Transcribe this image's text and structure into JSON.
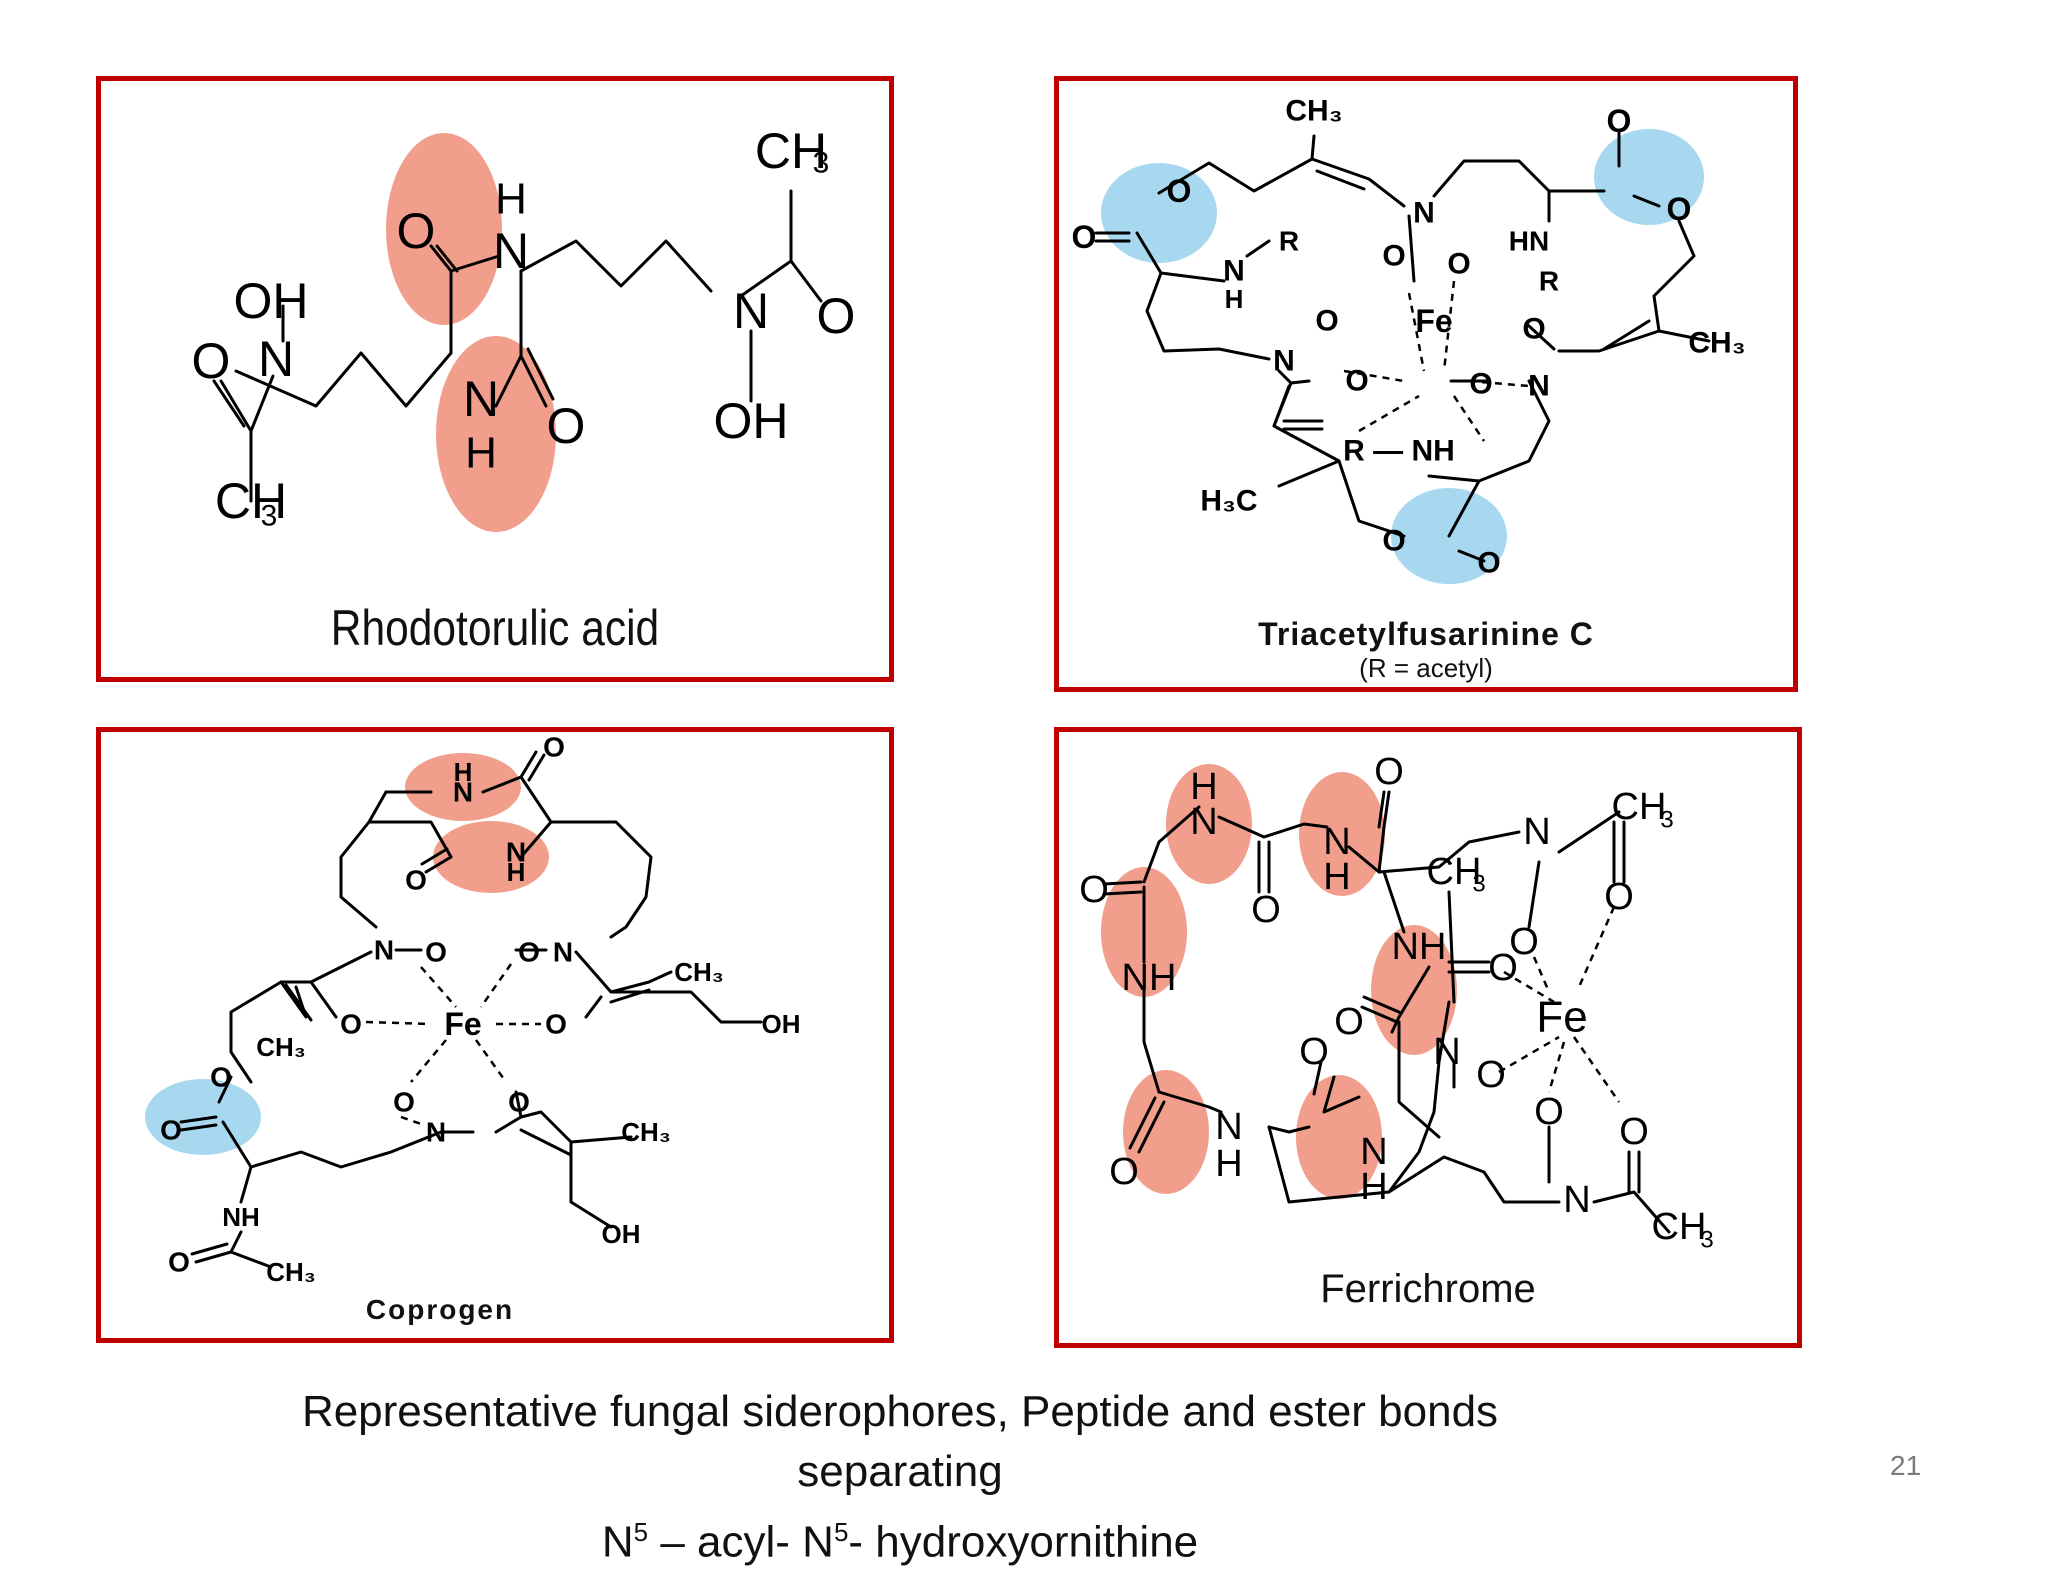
{
  "panels": {
    "rhodotorulic": {
      "name": "Rhodotorulic acid"
    },
    "triacetylfusarinine": {
      "name": "Triacetylfusarinine C",
      "note": "(R = acetyl)"
    },
    "coprogen": {
      "name": "Coprogen"
    },
    "ferrichrome": {
      "name": "Ferrichrome"
    }
  },
  "caption": {
    "line1": "Representative fungal siderophores, Peptide and ester bonds separating",
    "n_symbol": "N",
    "superscript": "5",
    "mid": " – acyl- ",
    "tail": "- hydroxyornithine"
  },
  "page_number": "21",
  "colors": {
    "frame": "#c00000",
    "peptide_highlight": "#ee8e78",
    "ester_highlight": "#9fd4ee"
  }
}
